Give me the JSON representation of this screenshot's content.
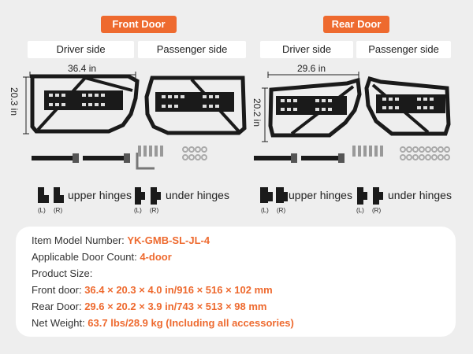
{
  "sections": {
    "front_title": "Front Door",
    "rear_title": "Rear Door"
  },
  "front": {
    "driver_label": "Driver side",
    "passenger_label": "Passenger side",
    "width": "36.4 in",
    "height": "20.3 in"
  },
  "rear": {
    "driver_label": "Driver side",
    "passenger_label": "Passenger side",
    "width": "29.6 in",
    "height": "20.2 in"
  },
  "hinges": {
    "upper": "upper hinges",
    "under": "under hinges",
    "left_mark": "(L)",
    "right_mark": "(R)"
  },
  "specs": {
    "model_label": "Item Model Number: ",
    "model_value": "YK-GMB-SL-JL-4",
    "count_label": "Applicable Door Count: ",
    "count_value": "4-door",
    "size_label": "Product Size:",
    "front_label": "Front door: ",
    "front_value": "36.4 × 20.3 × 4.0 in/916 × 516 × 102 mm",
    "rear_label": "Rear Door: ",
    "rear_value": "29.6 × 20.2 × 3.9 in/743 × 513 × 98 mm",
    "weight_label": "Net Weight: ",
    "weight_value": "63.7 lbs/28.9 kg (Including all accessories)"
  },
  "colors": {
    "accent": "#ee6a2f",
    "background": "#eeeeee",
    "product": "#1a1a1a"
  }
}
